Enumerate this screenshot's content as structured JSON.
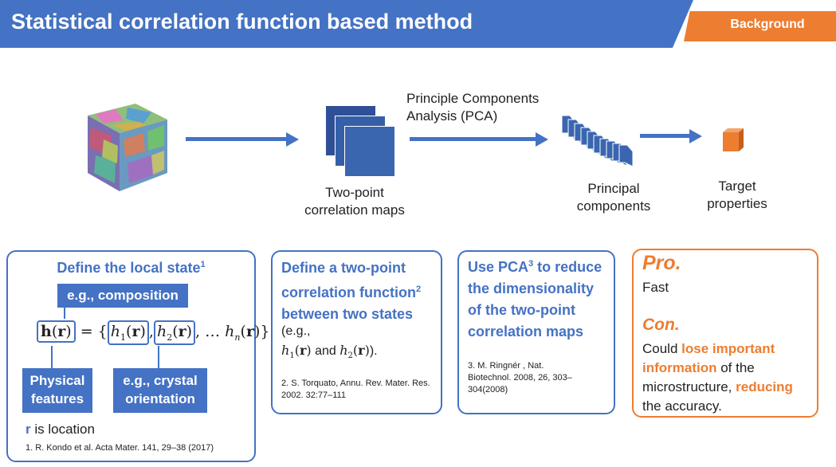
{
  "header": {
    "title": "Statistical correlation function based method",
    "tag": "Background"
  },
  "flow": {
    "correlation_maps_label_1": "Two-point",
    "correlation_maps_label_2": "correlation maps",
    "pca_label_1": "Principle Components",
    "pca_label_2": "Analysis (PCA)",
    "principal_label_1": "Principal",
    "principal_label_2": "components",
    "target_label_1": "Target",
    "target_label_2": "properties"
  },
  "panel1": {
    "heading": "Define the local state",
    "heading_sup": "1",
    "composition": "e.g., composition",
    "physical": "Physical features",
    "crystal": "e.g., crystal orientation",
    "r_symbol": "r",
    "r_text": " is location",
    "citation": "1. R. Kondo et al. Acta Mater. 141, 29–38 (2017)"
  },
  "panel2": {
    "heading_line1": "Define a two-point",
    "heading_line2": "correlation function",
    "heading_sup": "2",
    "heading_line3": "between two states",
    "body_line1": "(e.g.,",
    "body_and": " and ",
    "body_end": ").",
    "citation": "2. S. Torquato, Annu. Rev. Mater. Res. 2002. 32:77–111"
  },
  "panel3": {
    "heading_line1a": "Use PCA",
    "heading_sup": "3",
    "heading_line1b": " to reduce",
    "heading_line2": "the dimensionality",
    "heading_line3": "of the two-point",
    "heading_line4": "correlation maps",
    "citation": "3. M. Ringnér , Nat. Biotechnol. 2008, 26, 303–304(2008)"
  },
  "panel4": {
    "pro": "Pro.",
    "pro_text": "Fast",
    "con": "Con.",
    "con_1": "Could ",
    "con_2": "lose important information",
    "con_3": " of the microstructure, ",
    "con_4": "reducing",
    "con_5": " the accuracy."
  },
  "colors": {
    "accent_blue": "#4472C4",
    "accent_orange": "#ED7D31"
  }
}
